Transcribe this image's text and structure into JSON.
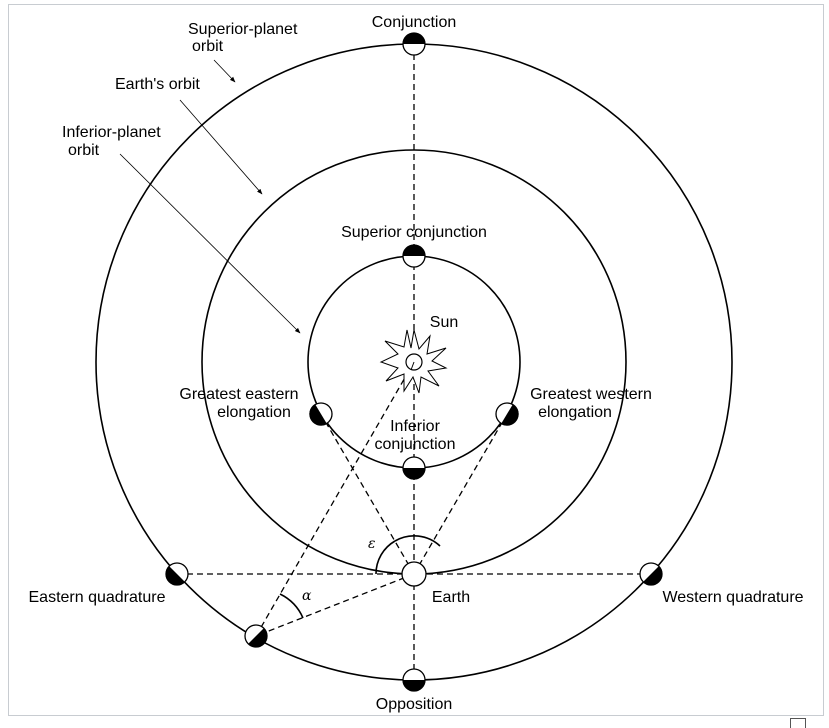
{
  "diagram": {
    "labels": {
      "superior_orbit": [
        "Superior-planet",
        "orbit"
      ],
      "earth_orbit": "Earth's orbit",
      "inferior_orbit": [
        "Inferior-planet",
        "orbit"
      ],
      "conjunction": "Conjunction",
      "superior_conjunction": "Superior conjunction",
      "sun": "Sun",
      "greatest_eastern": [
        "Greatest eastern",
        "elongation"
      ],
      "greatest_western": [
        "Greatest western",
        "elongation"
      ],
      "inferior_conjunction": [
        "Inferior",
        "conjunction"
      ],
      "eastern_quadrature": "Eastern quadrature",
      "western_quadrature": "Western quadrature",
      "earth": "Earth",
      "opposition": "Opposition",
      "epsilon": "ε",
      "alpha": "α"
    }
  }
}
